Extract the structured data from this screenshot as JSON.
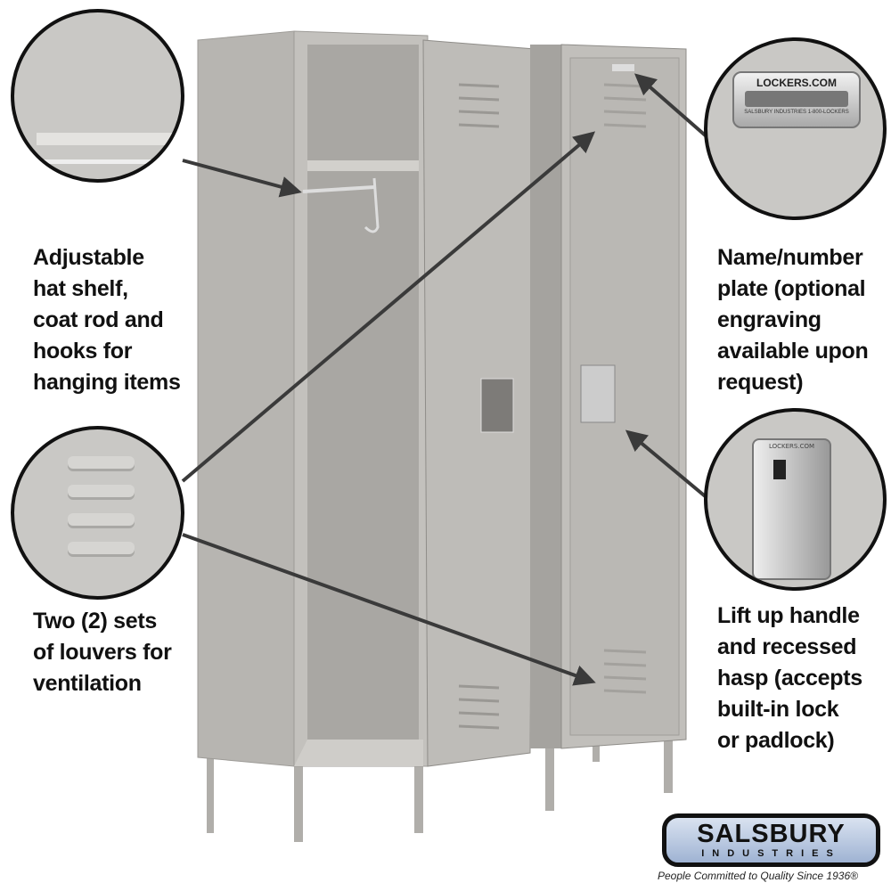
{
  "callouts": {
    "hat_shelf": "Adjustable\nhat shelf,\ncoat rod and\nhooks for\nhanging items",
    "louvers": "Two (2) sets\nof louvers for\nventilation",
    "name_plate": "Name/number\nplate (optional\nengraving\navailable upon\nrequest)",
    "handle": "Lift up handle\nand recessed\nhasp (accepts\nbuilt-in lock\nor padlock)"
  },
  "plate": {
    "top": "LOCKERS.COM",
    "bottom": "SALSBURY INDUSTRIES    1-800-LOCKERS"
  },
  "handle_plate": {
    "text": "LOCKERS.COM"
  },
  "logo": {
    "name": "SALSBURY",
    "sub": "INDUSTRIES",
    "tagline": "People Committed to Quality Since 1936®"
  },
  "colors": {
    "locker": "#b9b7b3",
    "arrow": "#3a3a3a",
    "logo_blue": "#a9bcd9"
  }
}
